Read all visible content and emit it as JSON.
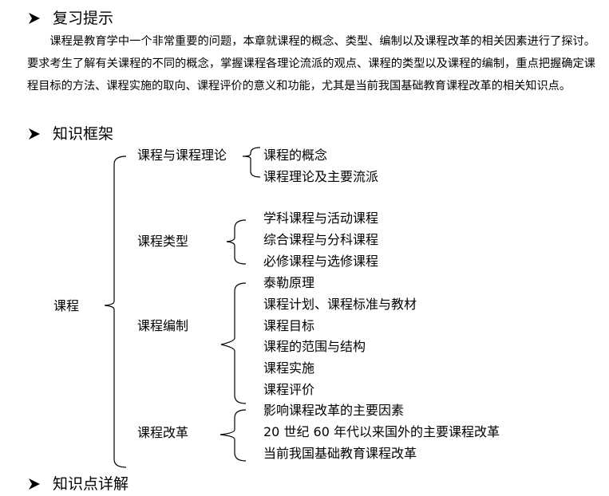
{
  "sections": {
    "review_tips": {
      "title": "复习提示",
      "icon": "arrow-right-icon",
      "paragraph": "课程是教育学中一个非常重要的问题，本章就课程的概念、类型、编制以及课程改革的相关因素进行了探讨。要求考生了解有关课程的不同的概念，掌握课程各理论流派的观点、课程的类型以及课程的编制，重点把握确定课程目标的方法、课程实施的取向、课程评价的意义和功能，尤其是当前我国基础教育课程改革的相关知识点。"
    },
    "framework": {
      "title": "知识框架",
      "icon": "arrow-right-icon"
    },
    "details": {
      "title": "知识点详解",
      "icon": "arrow-right-icon"
    }
  },
  "tree": {
    "root": "课程",
    "branches": [
      {
        "label": "课程与课程理论",
        "children": [
          "课程的概念",
          "课程理论及主要流派"
        ]
      },
      {
        "label": "课程类型",
        "children": [
          "学科课程与活动课程",
          "综合课程与分科课程",
          "必修课程与选修课程"
        ]
      },
      {
        "label": "课程编制",
        "children": [
          "泰勒原理",
          "课程计划、课程标准与教材",
          "课程目标",
          "课程的范围与结构",
          "课程实施",
          "课程评价"
        ]
      },
      {
        "label": "课程改革",
        "children": [
          "影响课程改革的主要因素",
          "20 世纪 60 年代以来国外的主要课程改革",
          "当前我国基础教育课程改革"
        ]
      }
    ]
  }
}
